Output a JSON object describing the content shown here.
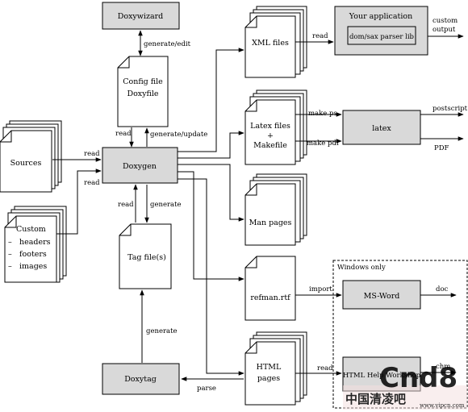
{
  "nodes": {
    "doxywizard": "Doxywizard",
    "config_file_line1": "Config file",
    "config_file_line2": "Doxyfile",
    "sources": "Sources",
    "custom": "Custom",
    "custom_headers": "headers",
    "custom_footers": "footers",
    "custom_images": "images",
    "doxygen": "Doxygen",
    "tag_file": "Tag file(s)",
    "doxytag": "Doxytag",
    "xml_files": "XML files",
    "your_application": "Your application",
    "dom_sax_lib": "dom/sax parser lib",
    "latex_files_line1": "Latex files",
    "latex_files_line2": "+",
    "latex_files_line3": "Makefile",
    "latex": "latex",
    "man_pages": "Man pages",
    "refman_rtf": "refman.rtf",
    "ms_word": "MS-Word",
    "html_pages_line1": "HTML",
    "html_pages_line2": "pages",
    "windows_only": "Windows only",
    "html_help_workshop": "HTML Help Workshop",
    "chm": "chm"
  },
  "edges": {
    "generate_edit": "generate/edit",
    "read_config": "read",
    "generate_update": "generate/update",
    "read_sources": "read",
    "read_custom": "read",
    "read_tag": "read",
    "generate_tag": "generate",
    "generate_doxytag": "generate",
    "parse": "parse",
    "read_xml": "read",
    "custom_output_line1": "custom",
    "custom_output_line2": "output",
    "make_ps": "make ps",
    "make_pdf": "make pdf",
    "postscript": "postscript",
    "pdf": "PDF",
    "import": "import",
    "doc": "doc",
    "read_html": "read",
    "chm_out": "chm"
  },
  "watermark": {
    "main": "Cnd8",
    "sub": "中国清凌吧",
    "url": "www.vipcn.com"
  }
}
